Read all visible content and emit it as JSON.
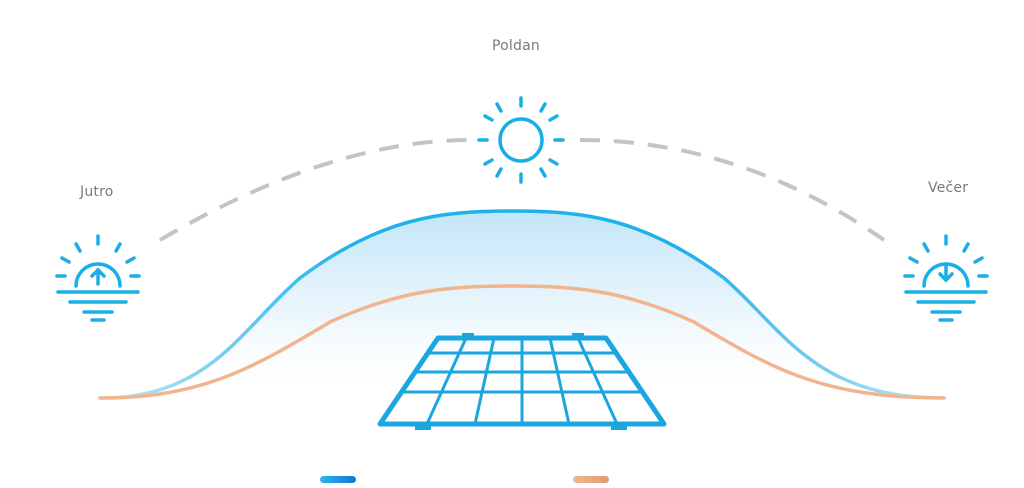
{
  "labels": {
    "morning": "Jutro",
    "noon": "Poldan",
    "evening": "Večer"
  },
  "icons": {
    "morning": "sunrise-icon",
    "noon": "sun-icon",
    "evening": "sunset-icon",
    "panel": "solar-panel-icon"
  },
  "colors": {
    "accent_blue": "#1aaee6",
    "light_blue": "#8fd6f4",
    "orange": "#f2b48c",
    "path_gray": "#c4c4c4",
    "label_gray": "#7a7a7a",
    "panel_blue": "#1ba6e0"
  },
  "legend": {
    "blue_swatch_color": "#1a98e0",
    "orange_swatch_color": "#e9a77a"
  }
}
